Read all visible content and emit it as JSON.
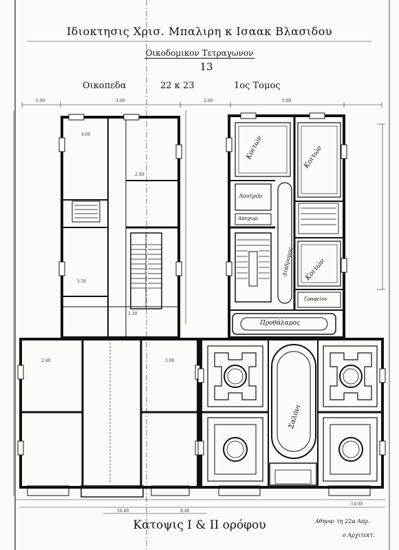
{
  "sheet": {
    "title": "Ιδιοκτησις Χρισ. Μπαλιρη κ Ισαακ Βλασιδου",
    "subtitle": "Οικοδομικον Τετραγωνον",
    "block_number": "13",
    "plot_label": "Οικοπεδα",
    "plot_numbers": "22 κ 23",
    "volume": "1ος Τομος",
    "floor_title": "Κατοψις Ι & ΙΙ ορόφου",
    "note_line1": "Αθηναι τη 22α Απρ.",
    "note_line2": "ο Αρχιτεκτ."
  },
  "rooms": {
    "bedroom_1": "Κοιτών",
    "bedroom_2": "Κοιτών",
    "bedroom_3": "Κοιτών",
    "bath": "Λουτρόν",
    "wc": "Αποχωρ.",
    "corridor": "Διάδρομος",
    "office": "Γραφείον",
    "hall": "Προθάλαμος",
    "salon": "Σαλόνι"
  },
  "dimensions": [
    "5.00",
    "3.00",
    "2.00",
    "5.00",
    "4.00",
    "2.00",
    "3.50",
    "2.40",
    "3.00",
    "14.00",
    "16.40",
    "8.40",
    "2.30"
  ]
}
